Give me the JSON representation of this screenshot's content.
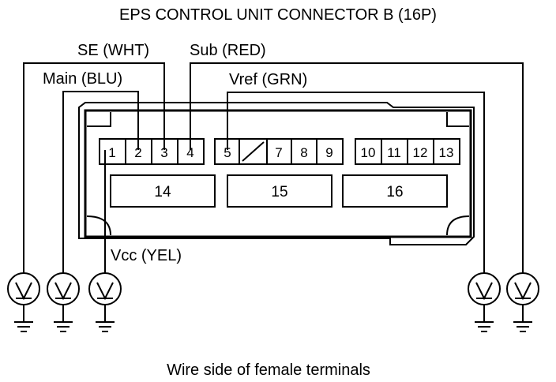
{
  "title": "EPS CONTROL UNIT CONNECTOR B (16P)",
  "caption": "Wire side of female terminals",
  "wire_labels": {
    "se": "SE (WHT)",
    "sub": "Sub (RED)",
    "main": "Main (BLU)",
    "vref": "Vref (GRN)",
    "vcc": "Vcc (YEL)"
  },
  "pins": {
    "p1": "1",
    "p2": "2",
    "p3": "3",
    "p4": "4",
    "p5": "5",
    "p7": "7",
    "p8": "8",
    "p9": "9",
    "p10": "10",
    "p11": "11",
    "p12": "12",
    "p13": "13"
  },
  "blocks": {
    "b14": "14",
    "b15": "15",
    "b16": "16"
  },
  "meter_symbol": "V"
}
